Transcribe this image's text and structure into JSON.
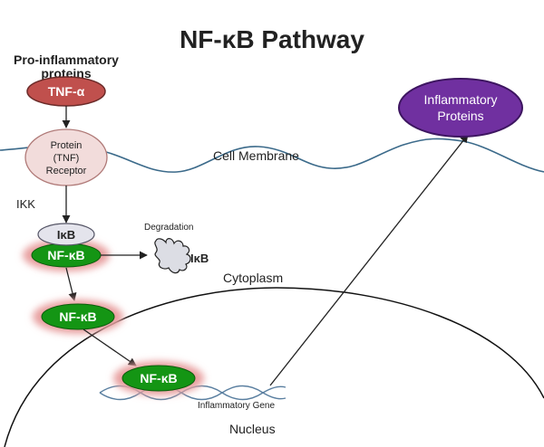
{
  "title": "NF-κB Pathway",
  "labels": {
    "pro_inflammatory_line1": "Pro-inflammatory",
    "pro_inflammatory_line2": "proteins",
    "cell_membrane": "Cell Membrane",
    "ikk": "IKK",
    "degradation": "Degradation",
    "ikb_degraded": "IκB",
    "cytoplasm": "Cytoplasm",
    "inflammatory_gene": "Inflammatory Gene",
    "nucleus": "Nucleus"
  },
  "nodes": {
    "tnf_alpha": "TNF-α",
    "receptor_line1": "Protein",
    "receptor_line2": "(TNF)",
    "receptor_line3": "Receptor",
    "ikb": "IκB",
    "nfkb_bound": "NF-κB",
    "nfkb_free": "NF-κB",
    "nfkb_nucleus": "NF-κB",
    "inflammatory_proteins_line1": "Inflammatory",
    "inflammatory_proteins_line2": "Proteins"
  },
  "colors": {
    "tnf_fill": "#c0504d",
    "receptor_fill": "#f2dcdb",
    "receptor_stroke": "#b07a78",
    "nfkb_fill": "#149514",
    "glow": "#e8a0a0",
    "ikb_fill": "#e4e4ec",
    "inflammatory_fill": "#7030a0",
    "membrane_stroke": "#3b6a8a",
    "dna_stroke": "#5a7fa0"
  }
}
